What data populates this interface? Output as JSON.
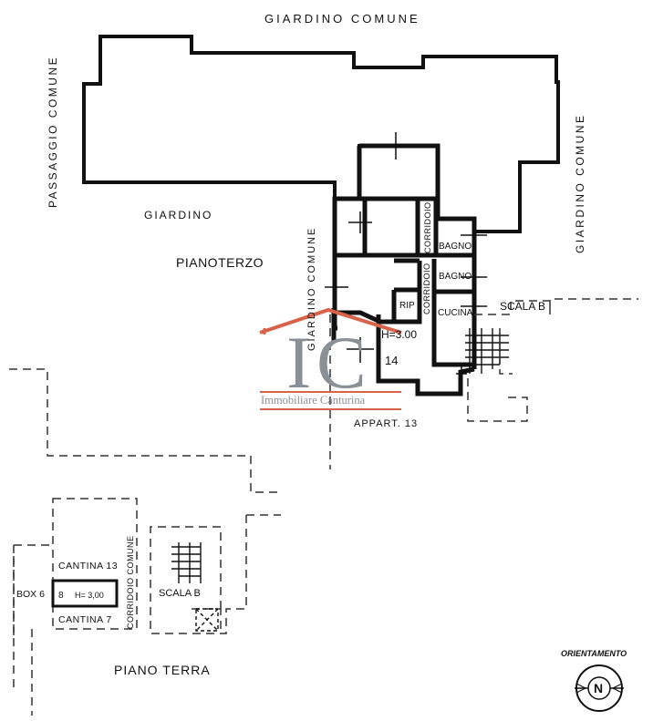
{
  "labels": {
    "giardino_comune_top": "GIARDINO   COMUNE",
    "passaggio_comune": "PASSAGGIO  COMUNE",
    "giardino_comune_right": "GIARDINO   COMUNE",
    "giardino_left": "GIARDINO",
    "giardino_comune_center": "GIARDINO  COMUNE",
    "piano_terzo": "PIANOTERZO",
    "corridoio_1": "CORRIDOIO",
    "corridoio_2": "CORRIDOIO",
    "bagno_1": "BAGNO",
    "bagno_2": "BAGNO",
    "rip": "RIP",
    "cucina": "CUCINA",
    "scala_b_upper": "SCALA B",
    "h_upper": "H=3.00",
    "apt_number": "14",
    "appart_13": "APPART.  13",
    "cantina_13": "CANTINA 13",
    "box_6": "BOX 6",
    "box_num": "8",
    "h_lower": "H= 3,00",
    "cantina_7": "CANTINA 7",
    "corridoio_comune": "CORRIDOIO  COMUNE",
    "scala_b_lower": "SCALA B",
    "piano_terra": "PIANO  TERRA",
    "orientamento": "ORIENTAMENTO",
    "north": "N"
  },
  "watermark": {
    "initials_1": "I",
    "initials_2": "C",
    "name": "Immobiliare Canturina",
    "color": "#d9634a",
    "text_color": "#8b8f96"
  },
  "colors": {
    "wall": "#111111",
    "dashed": "#333333"
  }
}
